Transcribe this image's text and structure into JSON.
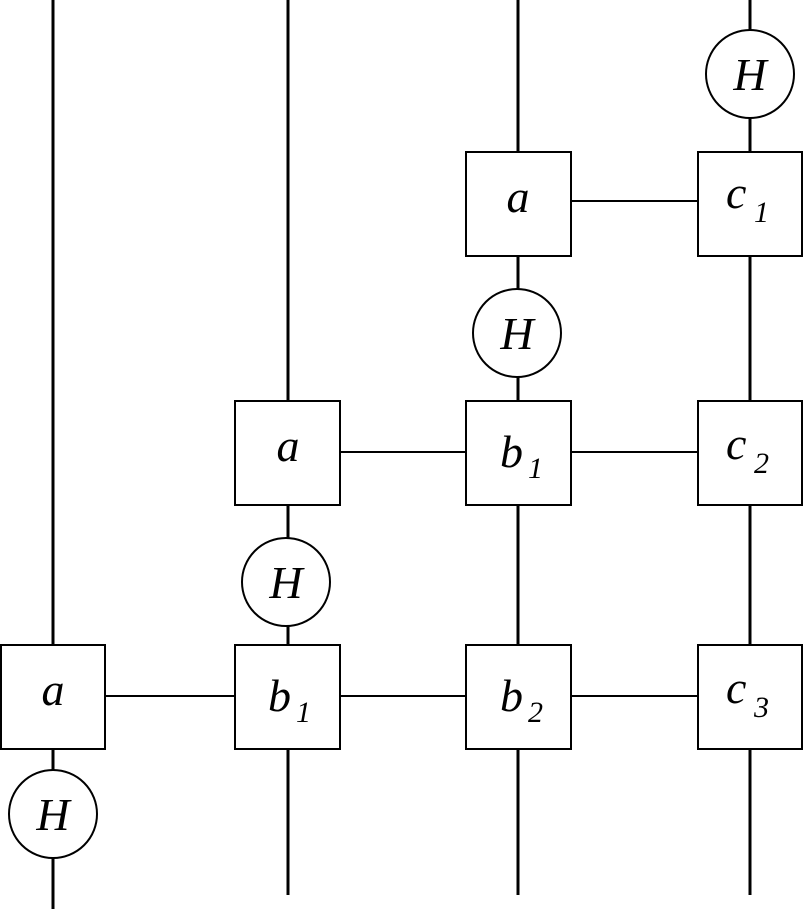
{
  "diagram": {
    "nodes": {
      "gate_a_q1": {
        "kind": "box",
        "label": "a"
      },
      "hadamard_q1": {
        "kind": "circle",
        "label": "H"
      },
      "gate_a_q2": {
        "kind": "box",
        "label": "a"
      },
      "hadamard_q2": {
        "kind": "circle",
        "label": "H"
      },
      "gate_b1_q2": {
        "kind": "box",
        "label": "b",
        "subscript": "1"
      },
      "gate_a_q3": {
        "kind": "box",
        "label": "a"
      },
      "hadamard_q3": {
        "kind": "circle",
        "label": "H"
      },
      "gate_b1_q3": {
        "kind": "box",
        "label": "b",
        "subscript": "1"
      },
      "gate_b2_q3": {
        "kind": "box",
        "label": "b",
        "subscript": "2"
      },
      "hadamard_q4": {
        "kind": "circle",
        "label": "H"
      },
      "gate_c1_q4": {
        "kind": "box",
        "label": "c",
        "subscript": "1"
      },
      "gate_c2_q4": {
        "kind": "box",
        "label": "c",
        "subscript": "2"
      },
      "gate_c3_q4": {
        "kind": "box",
        "label": "c",
        "subscript": "3"
      }
    },
    "edges": [
      [
        "gate_a_q3",
        "gate_c1_q4"
      ],
      [
        "gate_a_q2",
        "gate_b1_q3"
      ],
      [
        "gate_b1_q3",
        "gate_c2_q4"
      ],
      [
        "gate_a_q1",
        "gate_b1_q2"
      ],
      [
        "gate_b1_q2",
        "gate_b2_q3"
      ],
      [
        "gate_b2_q3",
        "gate_c3_q4"
      ]
    ]
  }
}
